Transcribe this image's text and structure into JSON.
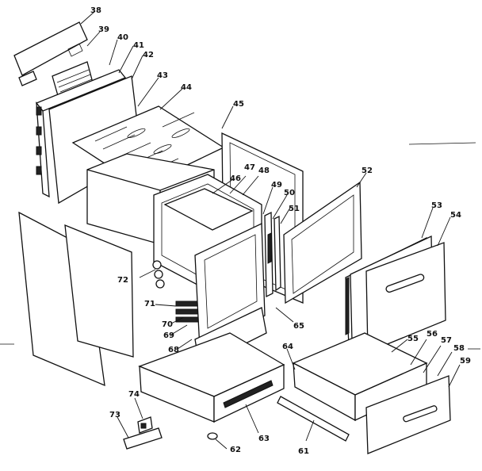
{
  "callouts": [
    {
      "id": "38",
      "text": "38"
    },
    {
      "id": "39",
      "text": "39"
    },
    {
      "id": "40",
      "text": "40"
    },
    {
      "id": "41",
      "text": "41"
    },
    {
      "id": "42",
      "text": "42"
    },
    {
      "id": "43",
      "text": "43"
    },
    {
      "id": "44",
      "text": "44"
    },
    {
      "id": "45",
      "text": "45"
    },
    {
      "id": "46",
      "text": "46"
    },
    {
      "id": "47",
      "text": "47"
    },
    {
      "id": "48",
      "text": "48"
    },
    {
      "id": "49",
      "text": "49"
    },
    {
      "id": "50",
      "text": "50"
    },
    {
      "id": "51",
      "text": "51"
    },
    {
      "id": "52",
      "text": "52"
    },
    {
      "id": "53",
      "text": "53"
    },
    {
      "id": "54",
      "text": "54"
    },
    {
      "id": "55",
      "text": "55"
    },
    {
      "id": "56",
      "text": "56"
    },
    {
      "id": "57",
      "text": "57"
    },
    {
      "id": "58",
      "text": "58"
    },
    {
      "id": "59",
      "text": "59"
    },
    {
      "id": "61",
      "text": "61"
    },
    {
      "id": "62",
      "text": "62"
    },
    {
      "id": "63",
      "text": "63"
    },
    {
      "id": "64",
      "text": "64"
    },
    {
      "id": "65",
      "text": "65"
    },
    {
      "id": "68",
      "text": "68"
    },
    {
      "id": "69",
      "text": "69"
    },
    {
      "id": "70",
      "text": "70"
    },
    {
      "id": "71",
      "text": "71"
    },
    {
      "id": "72",
      "text": "72"
    },
    {
      "id": "73",
      "text": "73"
    },
    {
      "id": "74",
      "text": "74"
    }
  ]
}
